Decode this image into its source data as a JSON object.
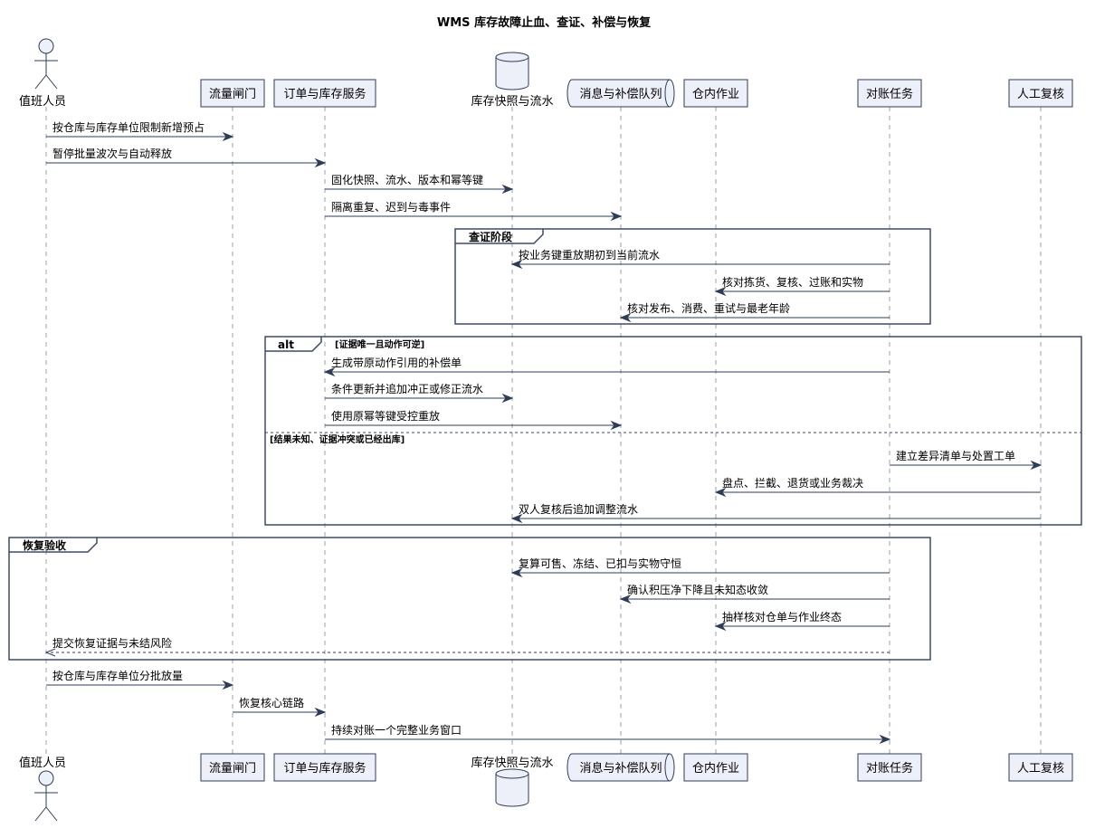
{
  "title": "WMS 库存故障止血、查证、补偿与恢复",
  "participants": [
    {
      "id": "duty",
      "label": "值班人员",
      "shape": "actor"
    },
    {
      "id": "gate",
      "label": "流量闸门",
      "shape": "box"
    },
    {
      "id": "order",
      "label": "订单与库存服务",
      "shape": "box"
    },
    {
      "id": "snap",
      "label": "库存快照与流水",
      "shape": "database"
    },
    {
      "id": "queue",
      "label": "消息与补偿队列",
      "shape": "queue"
    },
    {
      "id": "wh",
      "label": "仓内作业",
      "shape": "box"
    },
    {
      "id": "recon",
      "label": "对账任务",
      "shape": "box"
    },
    {
      "id": "manual",
      "label": "人工复核",
      "shape": "box"
    }
  ],
  "messages": [
    {
      "from": "duty",
      "to": "gate",
      "text": "按仓库与库存单位限制新增预占",
      "style": "solid"
    },
    {
      "from": "duty",
      "to": "order",
      "text": "暂停批量波次与自动释放",
      "style": "solid"
    },
    {
      "from": "order",
      "to": "snap",
      "text": "固化快照、流水、版本和幂等键",
      "style": "solid"
    },
    {
      "from": "order",
      "to": "queue",
      "text": "隔离重复、迟到与毒事件",
      "style": "solid"
    },
    {
      "from": "recon",
      "to": "snap",
      "text": "按业务键重放期初到当前流水",
      "style": "solid"
    },
    {
      "from": "recon",
      "to": "wh",
      "text": "核对拣货、复核、过账和实物",
      "style": "solid"
    },
    {
      "from": "recon",
      "to": "queue",
      "text": "核对发布、消费、重试与最老年龄",
      "style": "solid"
    },
    {
      "from": "recon",
      "to": "order",
      "text": "生成带原动作引用的补偿单",
      "style": "solid"
    },
    {
      "from": "order",
      "to": "snap",
      "text": "条件更新并追加冲正或修正流水",
      "style": "solid"
    },
    {
      "from": "order",
      "to": "queue",
      "text": "使用原幂等键受控重放",
      "style": "solid"
    },
    {
      "from": "recon",
      "to": "manual",
      "text": "建立差异清单与处置工单",
      "style": "solid"
    },
    {
      "from": "manual",
      "to": "wh",
      "text": "盘点、拦截、退货或业务裁决",
      "style": "solid"
    },
    {
      "from": "manual",
      "to": "snap",
      "text": "双人复核后追加调整流水",
      "style": "solid"
    },
    {
      "from": "recon",
      "to": "snap",
      "text": "复算可售、冻结、已扣与实物守恒",
      "style": "solid"
    },
    {
      "from": "recon",
      "to": "queue",
      "text": "确认积压净下降且未知态收敛",
      "style": "solid"
    },
    {
      "from": "recon",
      "to": "wh",
      "text": "抽样核对仓单与作业终态",
      "style": "solid"
    },
    {
      "from": "recon",
      "to": "duty",
      "text": "提交恢复证据与未结风险",
      "style": "dashed"
    },
    {
      "from": "duty",
      "to": "gate",
      "text": "按仓库与库存单位分批放量",
      "style": "solid"
    },
    {
      "from": "gate",
      "to": "order",
      "text": "恢复核心链路",
      "style": "solid"
    },
    {
      "from": "order",
      "to": "recon",
      "text": "持续对账一个完整业务窗口",
      "style": "solid"
    }
  ],
  "groups": [
    {
      "kind": "group",
      "label": "查证阶段"
    },
    {
      "kind": "alt",
      "label": "alt",
      "guards": [
        "[证据唯一且动作可逆]",
        "[结果未知、证据冲突或已经出库]"
      ]
    },
    {
      "kind": "group",
      "label": "恢复验收"
    }
  ]
}
